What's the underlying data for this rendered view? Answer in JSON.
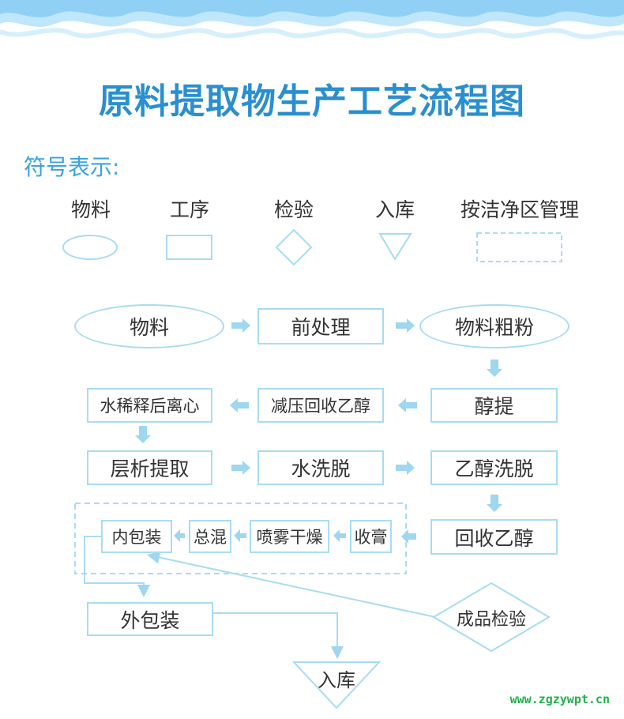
{
  "header": {
    "title": "原料提取物生产工艺流程图"
  },
  "legend": {
    "heading": "符号表示:",
    "items": [
      {
        "label": "物料",
        "shape": "ellipse"
      },
      {
        "label": "工序",
        "shape": "rectangle"
      },
      {
        "label": "检验",
        "shape": "diamond"
      },
      {
        "label": "入库",
        "shape": "triangle"
      },
      {
        "label": "按洁净区管理",
        "shape": "dashed-rectangle"
      }
    ]
  },
  "flow": {
    "raw_material": "物料",
    "pretreatment": "前处理",
    "coarse_powder": "物料粗粉",
    "alcohol_extraction": "醇提",
    "vacuum_ethanol_recovery": "减压回收乙醇",
    "water_dilution_centrifuge": "水稀释后离心",
    "chromatography_extraction": "层析提取",
    "water_elution": "水洗脱",
    "ethanol_elution": "乙醇洗脱",
    "ethanol_recovery": "回收乙醇",
    "concentrate": "收膏",
    "spray_drying": "喷雾干燥",
    "total_mixing": "总混",
    "inner_packaging": "内包装",
    "outer_packaging": "外包装",
    "product_inspection": "成品检验",
    "warehousing": "入库"
  },
  "colors": {
    "title": "#2a8fcf",
    "line": "#a8dcf3",
    "arrow": "#9fd6f0",
    "wave": "#8fd0f4",
    "watermark": "#22b14c"
  },
  "footer": {
    "watermark": "www.zgzywpt.cn"
  }
}
